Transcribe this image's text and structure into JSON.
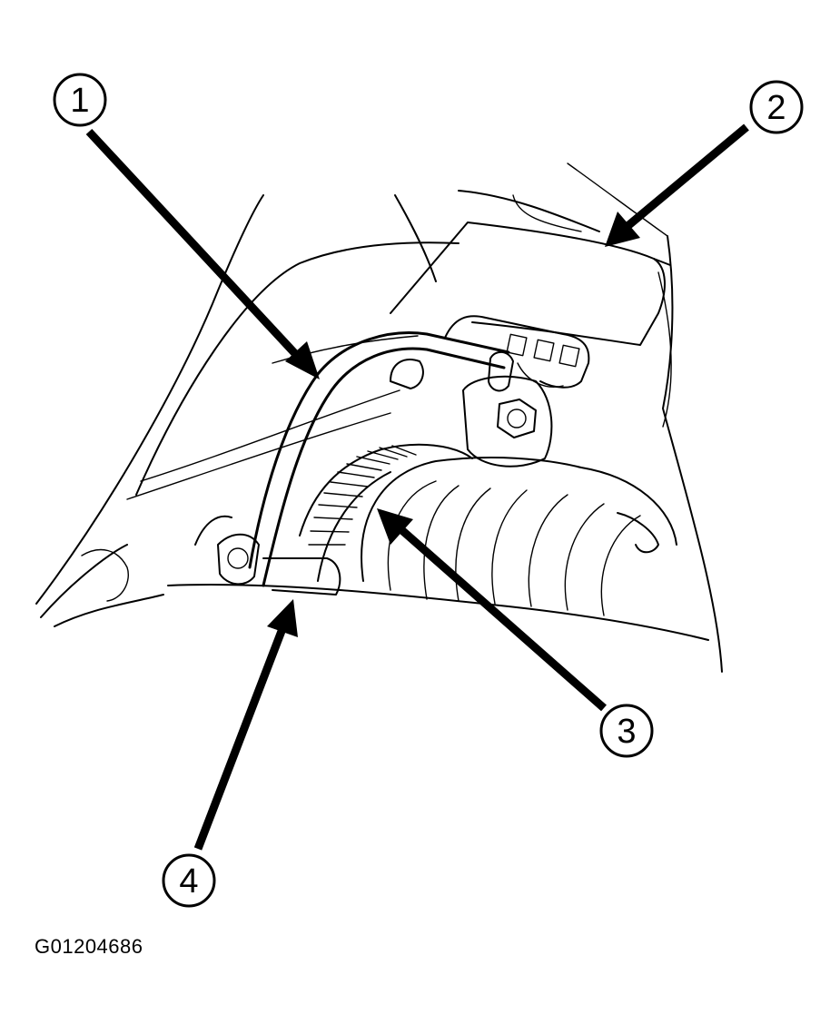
{
  "figure": {
    "id": "G01204686"
  },
  "callouts": [
    {
      "number": "1"
    },
    {
      "number": "2"
    },
    {
      "number": "3"
    },
    {
      "number": "4"
    }
  ]
}
